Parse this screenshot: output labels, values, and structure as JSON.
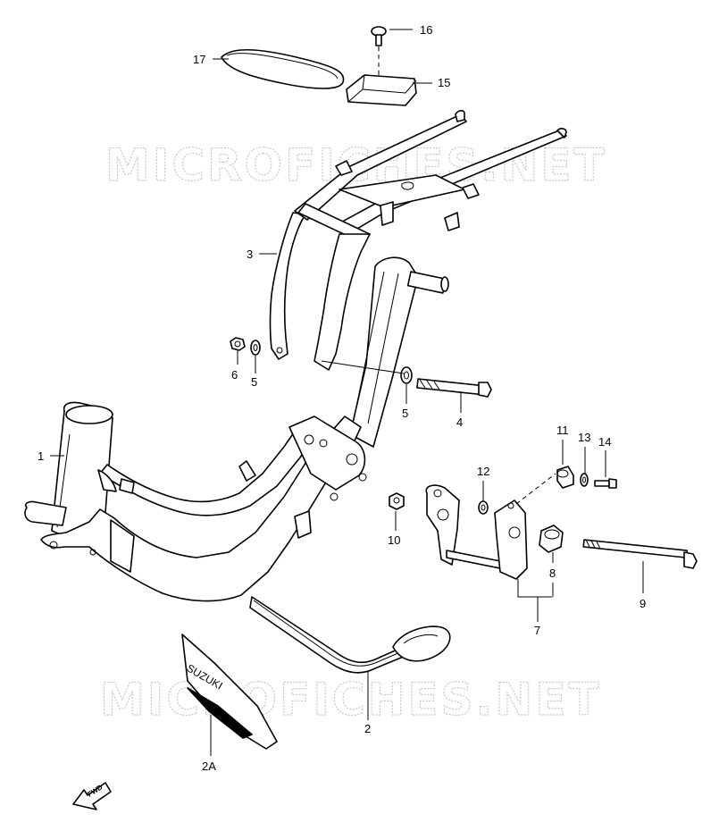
{
  "watermarks": [
    "MICROFICHES.NET",
    "MICROFICHES.NET"
  ],
  "decal_text": "SUZUKI",
  "fwd_label": "FWD",
  "callouts": {
    "c16": "16",
    "c17": "17",
    "c15": "15",
    "c3": "3",
    "c6": "6",
    "c5a": "5",
    "c5b": "5",
    "c4": "4",
    "c1": "1",
    "c11": "11",
    "c13": "13",
    "c14": "14",
    "c12": "12",
    "c10": "10",
    "c8": "8",
    "c9": "9",
    "c7": "7",
    "c2": "2",
    "c2a": "2A"
  }
}
